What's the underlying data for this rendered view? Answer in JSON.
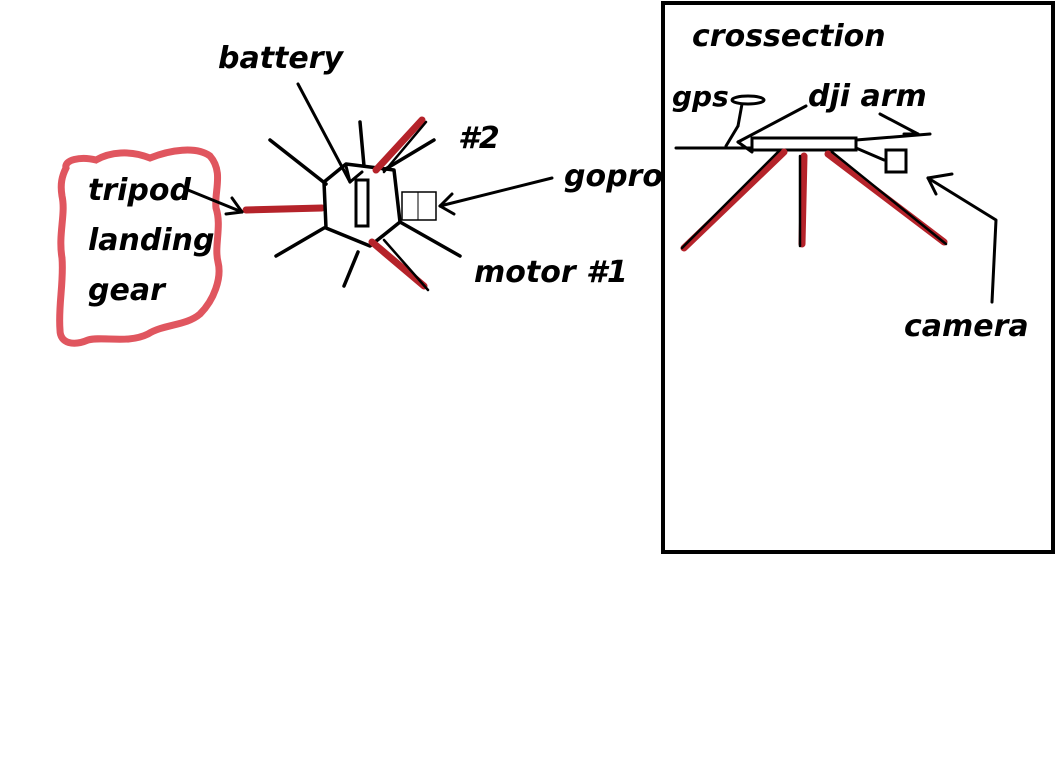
{
  "colors": {
    "background": "#ffffff",
    "ink": "#000000",
    "red_arm": "#b5232a",
    "cloud_outline": "#e0565f"
  },
  "top_view": {
    "battery_label": "battery",
    "motor2_label": "#2",
    "gopro_label": "gopro",
    "motor1_label": "motor #1",
    "landing_gear_label": [
      "tripod",
      "landing",
      "gear"
    ]
  },
  "crossection_panel": {
    "title": "crossection",
    "gps_label": "gps",
    "dji_arm_label": "dji arm",
    "camera_label": "camera"
  }
}
